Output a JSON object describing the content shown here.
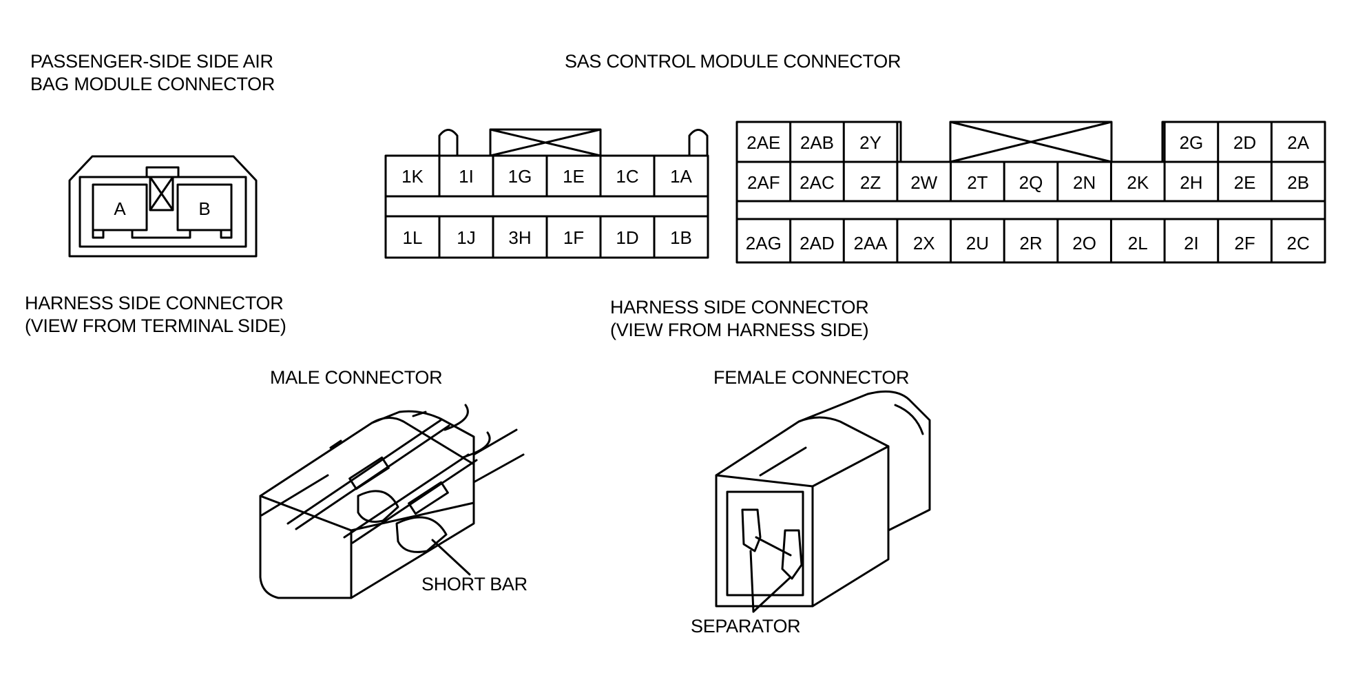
{
  "labels": {
    "passenger_connector_title_line1": "PASSENGER-SIDE SIDE AIR",
    "passenger_connector_title_line2": "BAG MODULE CONNECTOR",
    "sas_module_title": "SAS CONTROL MODULE CONNECTOR",
    "left_harness_line1": "HARNESS SIDE CONNECTOR",
    "left_harness_line2": "(VIEW FROM TERMINAL SIDE)",
    "right_harness_line1": "HARNESS SIDE CONNECTOR",
    "right_harness_line2": "(VIEW FROM HARNESS SIDE)",
    "male_connector": "MALE CONNECTOR",
    "female_connector": "FEMALE CONNECTOR",
    "short_bar": "SHORT BAR",
    "separator": "SEPARATOR"
  },
  "air_bag_connector_pins": [
    "A",
    "B"
  ],
  "sas_connector_1": {
    "top_row": [
      "1K",
      "1I",
      "1G",
      "1E",
      "1C",
      "1A"
    ],
    "bottom_row": [
      "1L",
      "1J",
      "3H",
      "1F",
      "1D",
      "1B"
    ]
  },
  "sas_connector_2": {
    "row1": [
      "2AE",
      "2AB",
      "2Y",
      "",
      "",
      "",
      "",
      "",
      "2G",
      "2D",
      "2A"
    ],
    "row2": [
      "2AF",
      "2AC",
      "2Z",
      "2W",
      "2T",
      "2Q",
      "2N",
      "2K",
      "2H",
      "2E",
      "2B"
    ],
    "row3": [
      "2AG",
      "2AD",
      "2AA",
      "2X",
      "2U",
      "2R",
      "2O",
      "2L",
      "2I",
      "2F",
      "2C"
    ]
  }
}
